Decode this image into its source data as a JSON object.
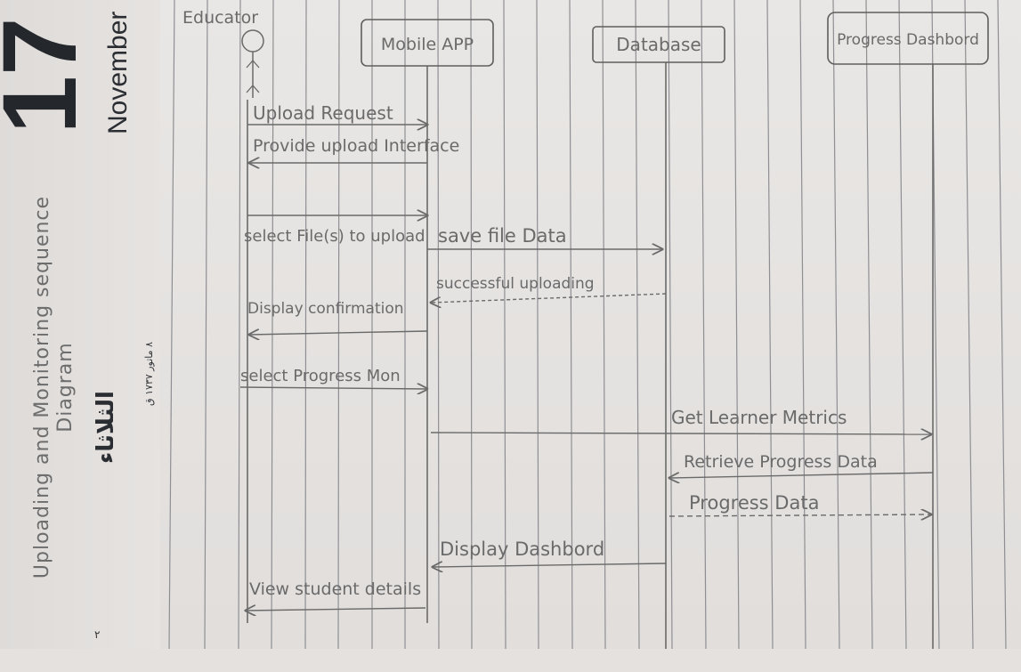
{
  "margin": {
    "day_number": "17",
    "month": "November",
    "arabic_day": "الثلاثاء",
    "hijri_date": "٨ ماتور ١٧٣٧ ق",
    "corner_mark": "٢"
  },
  "diagram": {
    "title_line1": "Uploading and Monitoring sequence",
    "title_line2": "Diagram",
    "participants": {
      "actor": "Educator",
      "app": "Mobile APP",
      "db": "Database",
      "dashboard": "Progress Dashbord"
    },
    "messages": [
      {
        "id": "m1",
        "text": "Upload Request"
      },
      {
        "id": "m2",
        "text": "Provide upload Interface"
      },
      {
        "id": "m3",
        "text": "select File(s) to upload"
      },
      {
        "id": "m4",
        "text": "save file Data"
      },
      {
        "id": "m5",
        "text": "successful uploading"
      },
      {
        "id": "m6",
        "text": "Display confirmation"
      },
      {
        "id": "m7",
        "text": "select Progress Mon"
      },
      {
        "id": "m8",
        "text": "Get Learner Metrics"
      },
      {
        "id": "m9",
        "text": "Retrieve Progress Data"
      },
      {
        "id": "m10",
        "text": "Progress Data"
      },
      {
        "id": "m11",
        "text": "Display Dashbord"
      },
      {
        "id": "m12",
        "text": "View student details"
      }
    ]
  }
}
